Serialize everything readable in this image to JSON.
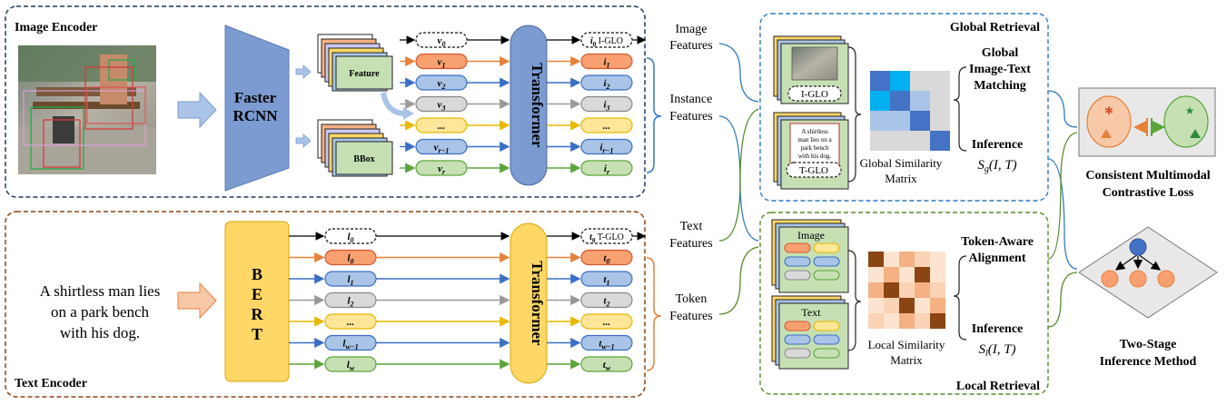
{
  "image_encoder": {
    "title": "Image Encoder",
    "backbone_line1": "Faster",
    "backbone_line2": "RCNN",
    "feature_label": "Feature",
    "bbox_label": "BBox",
    "tokens_in": [
      "v0",
      "v1",
      "v2",
      "v3",
      "...",
      "vr−1",
      "vr"
    ],
    "tokens_out": [
      "i1",
      "i2",
      "i3",
      "...",
      "ir−1",
      "ir"
    ],
    "glo_token": "i0",
    "glo_label": "I-GLO",
    "transformer_label": "Transformer"
  },
  "text_encoder": {
    "title": "Text Encoder",
    "sentence_lines": [
      "A shirtless man lies",
      "on a park bench",
      "with his dog."
    ],
    "bert_letters": [
      "B",
      "E",
      "R",
      "T"
    ],
    "tokens_in": [
      "l0",
      "l0",
      "l1",
      "l2",
      "...",
      "lw−1",
      "lw"
    ],
    "tokens_out": [
      "t0",
      "t1",
      "t2",
      "...",
      "tw−1",
      "tw"
    ],
    "glo_token": "t0",
    "glo_label": "T-GLO",
    "transformer_label": "Transformer"
  },
  "feature_labels": {
    "image_features": [
      "Image",
      "Features"
    ],
    "instance_features": [
      "Instance",
      "Features"
    ],
    "text_features": [
      "Text",
      "Features"
    ],
    "token_features": [
      "Token",
      "Features"
    ]
  },
  "global_retrieval": {
    "title": "Global Retrieval",
    "heading": [
      "Global",
      "Image-Text",
      "Matching"
    ],
    "inference": "Inference",
    "score": "S_g(I,T)",
    "matrix_caption": [
      "Global Similarity",
      "Matrix"
    ],
    "i_glo": "I-GLO",
    "t_glo": "T-GLO",
    "card_text": [
      "A shirtless",
      "man lies on a",
      "park bench",
      "with his dog."
    ]
  },
  "local_retrieval": {
    "title": "Local Retrieval",
    "heading": [
      "Token-Aware",
      "Alignment"
    ],
    "inference": "Inference",
    "score": "S_l(I,T)",
    "matrix_caption": [
      "Local Similarity",
      "Matrix"
    ],
    "image_card": "Image",
    "text_card": "Text"
  },
  "right_panel": {
    "loss": [
      "Consistent Multimodal",
      "Contrastive Loss"
    ],
    "method": [
      "Two-Stage",
      "Inference Method"
    ]
  },
  "colors": {
    "image_border": "#1f3a5f",
    "text_border": "#8b4513",
    "global_border": "#2e7bbf",
    "local_border": "#5a8a2a",
    "faster_rcnn": "#7b9bd1",
    "bert": "#ffd766",
    "transformer": "#7b9bd1",
    "text_transformer": "#ffd766"
  }
}
